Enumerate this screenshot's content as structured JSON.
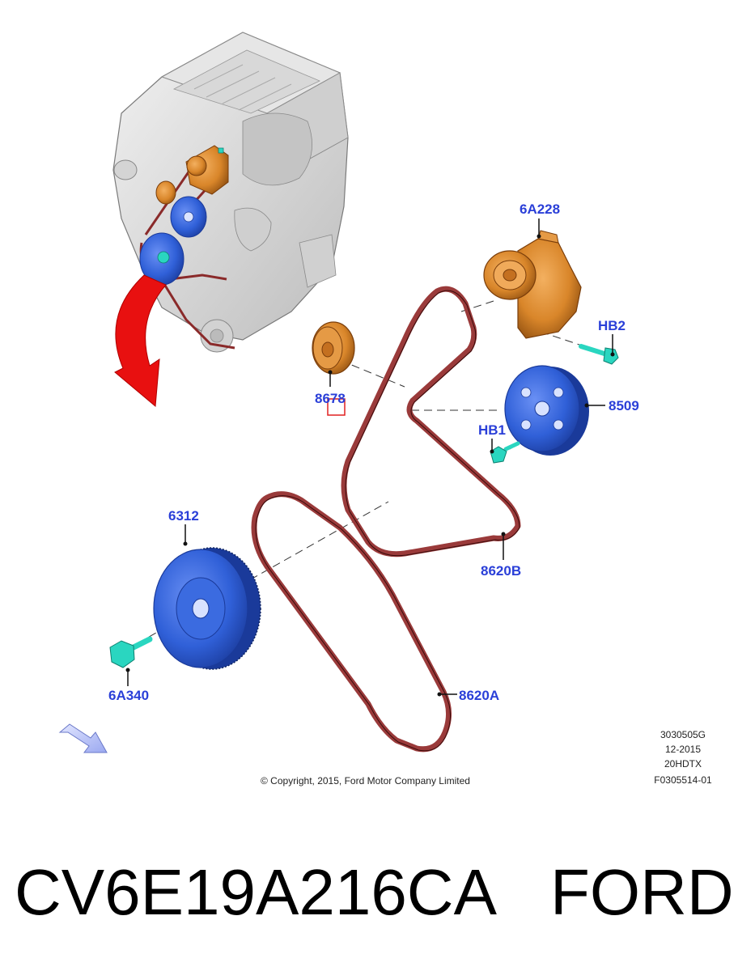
{
  "diagram": {
    "callouts": {
      "tensioner": "6A228",
      "bolt_hb2": "HB2",
      "idler": "8678",
      "water_pump_pulley": "8509",
      "bolt_hb1": "HB1",
      "crank_pulley": "6312",
      "belt_b": "8620B",
      "crank_bolt": "6A340",
      "belt_a": "8620A"
    },
    "meta": {
      "line1": "3030505G",
      "line2": "12-2015",
      "line3": "20HDTX",
      "line4": "F0305514-01"
    },
    "copyright": "© Copyright, 2015, Ford Motor Company Limited"
  },
  "footer": {
    "part_number": "CV6E19A216CA",
    "brand": "FORD"
  },
  "colors": {
    "callout_blue": "#2a3fd8",
    "belt_red": "#9a3a3a",
    "tensioner_orange": "#d9862a",
    "pulley_blue": "#3060d8",
    "bolt_cyan": "#2ad6c0",
    "arrow_red": "#e81010"
  }
}
